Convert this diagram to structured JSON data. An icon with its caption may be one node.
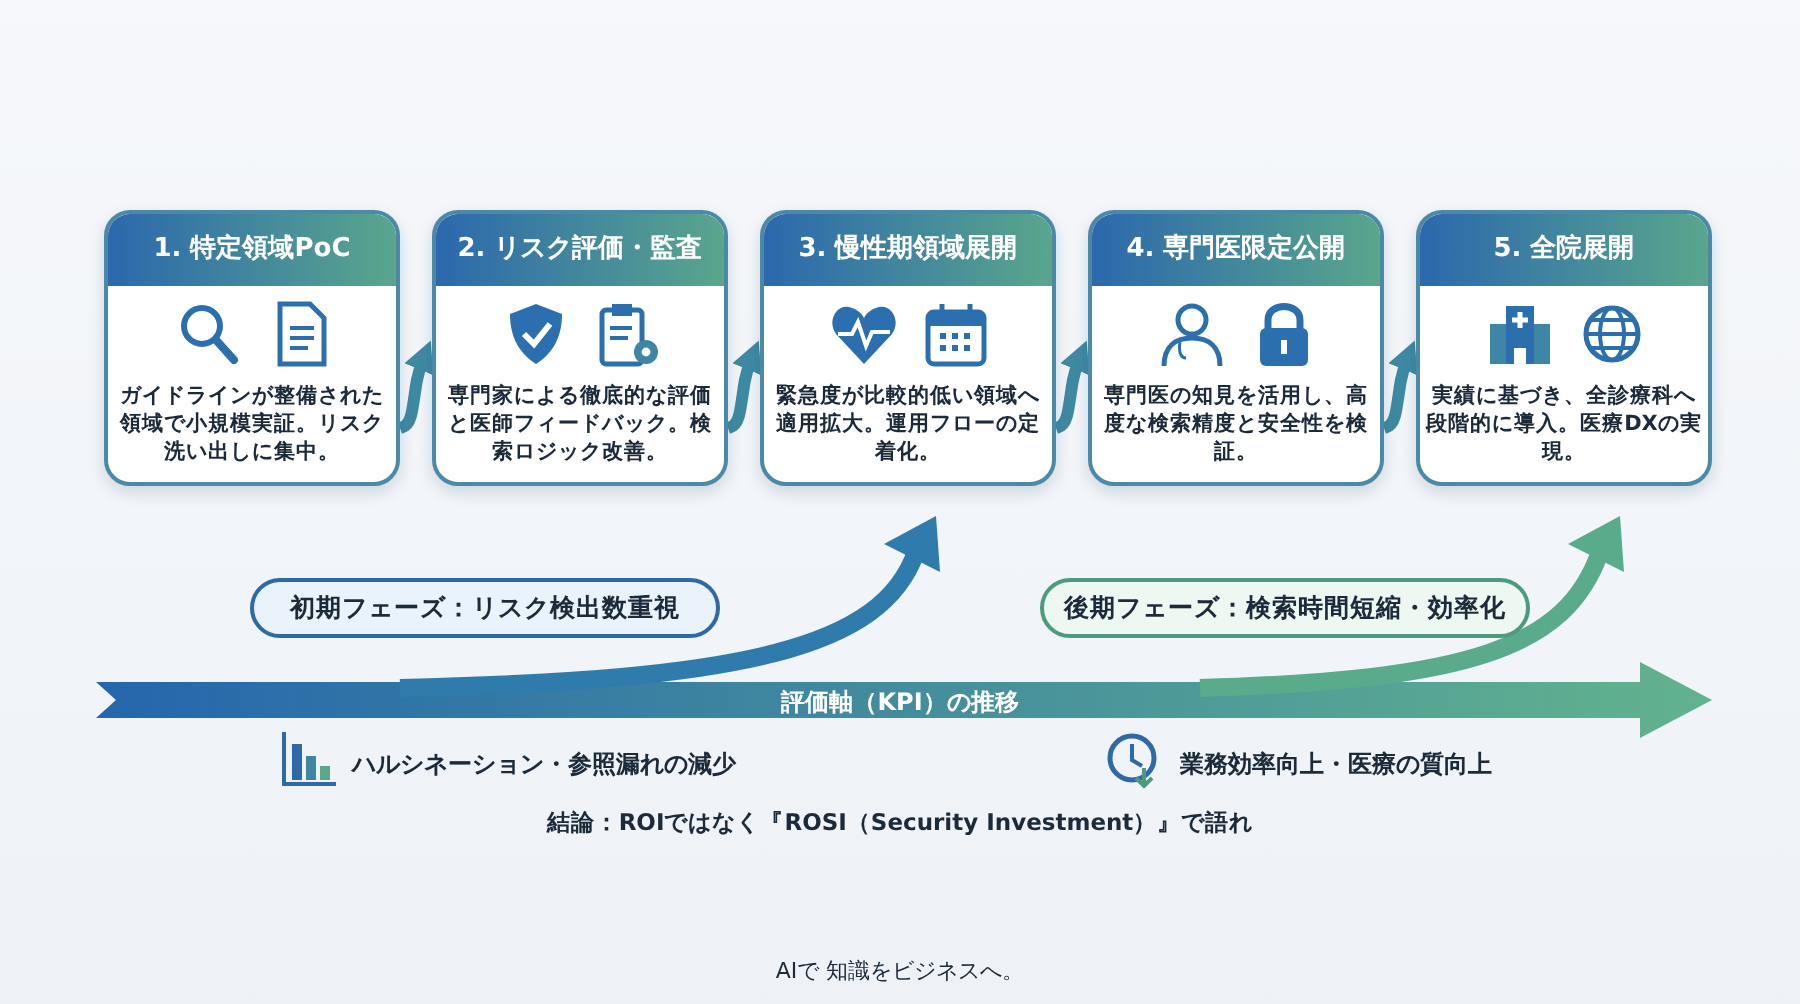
{
  "diagram": {
    "nodes": [
      {
        "text": [
          "1. 特定領域PoC",
          "ガイドラインが整備された領域で小規模実証。リスク洗い出しに集中。"
        ]
      },
      {
        "text": [
          "2. リスク評価・監査",
          "専門家による徹底的な評価と医師フィードバック。検索ロジック改善。"
        ]
      },
      {
        "text": [
          "3. 慢性期領域展開",
          "緊急度が比較的低い領域へ適用拡大。運用フローの定着化。"
        ]
      },
      {
        "text": [
          "4. 専門医限定公開",
          "専門医の知見を活用し、高度な検索精度と安全性を検証。"
        ]
      },
      {
        "text": [
          "5. 全院展開",
          "実績に基づき、全診療科へ段階的に導入。医療DXの実現。"
        ]
      },
      {
        "text": [
          "初期フェーズ：リスク検出数重視"
        ]
      },
      {
        "text": [
          "後期フェーズ：検索時間短縮・効率化"
        ]
      }
    ],
    "edges": [
      {
        "from": 0,
        "to": 1,
        "arrow": "to"
      },
      {
        "from": 1,
        "to": 2,
        "arrow": "to"
      },
      {
        "from": 2,
        "to": 3,
        "arrow": "to"
      },
      {
        "from": 3,
        "to": 4,
        "arrow": "to"
      }
    ],
    "labels": [
      "評価軸（KPI）の推移",
      "ハルシネーション・参照漏れの減少",
      "業務効率向上・医療の質向上",
      "結論：ROIではなく『ROSI（Security Investment）』で語れ",
      "AIで 知識をビジネスへ。"
    ]
  }
}
